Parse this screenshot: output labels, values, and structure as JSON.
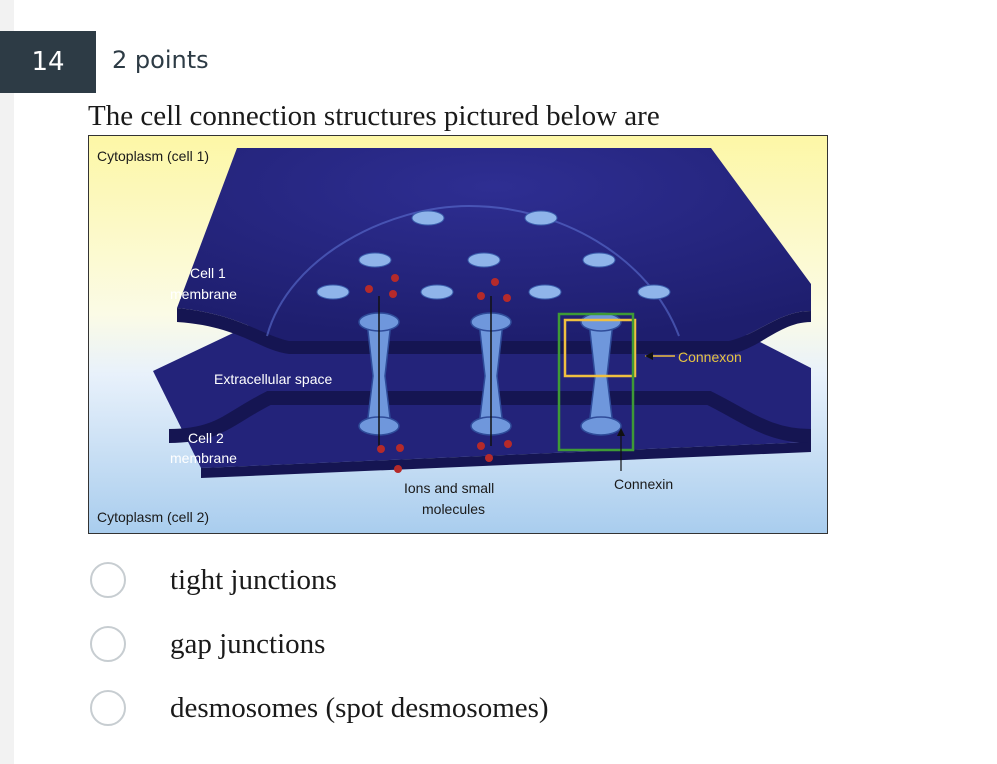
{
  "question": {
    "number": "14",
    "points": "2 points",
    "text": "The cell connection structures pictured below are"
  },
  "figure": {
    "labels": {
      "cytoplasm_cell1": "Cytoplasm (cell 1)",
      "cell1_membrane_line1": "Cell 1",
      "cell1_membrane_line2": "membrane",
      "extracellular_space": "Extracellular space",
      "cell2_membrane_line1": "Cell 2",
      "cell2_membrane_line2": "membrane",
      "connexon": "Connexon",
      "connexin": "Connexin",
      "ions_line1": "Ions and small",
      "ions_line2": "molecules",
      "cytoplasm_cell2": "Cytoplasm (cell 2)"
    },
    "colors": {
      "membrane": "#23237a",
      "membrane_edge": "#151552",
      "channel": "#5f8fd6",
      "ion": "#b52a2a",
      "connexon_box": "#f0c040",
      "connexin_box": "#3e9a36"
    }
  },
  "options": [
    {
      "label": "tight junctions"
    },
    {
      "label": "gap junctions"
    },
    {
      "label": "desmosomes (spot desmosomes)"
    }
  ]
}
